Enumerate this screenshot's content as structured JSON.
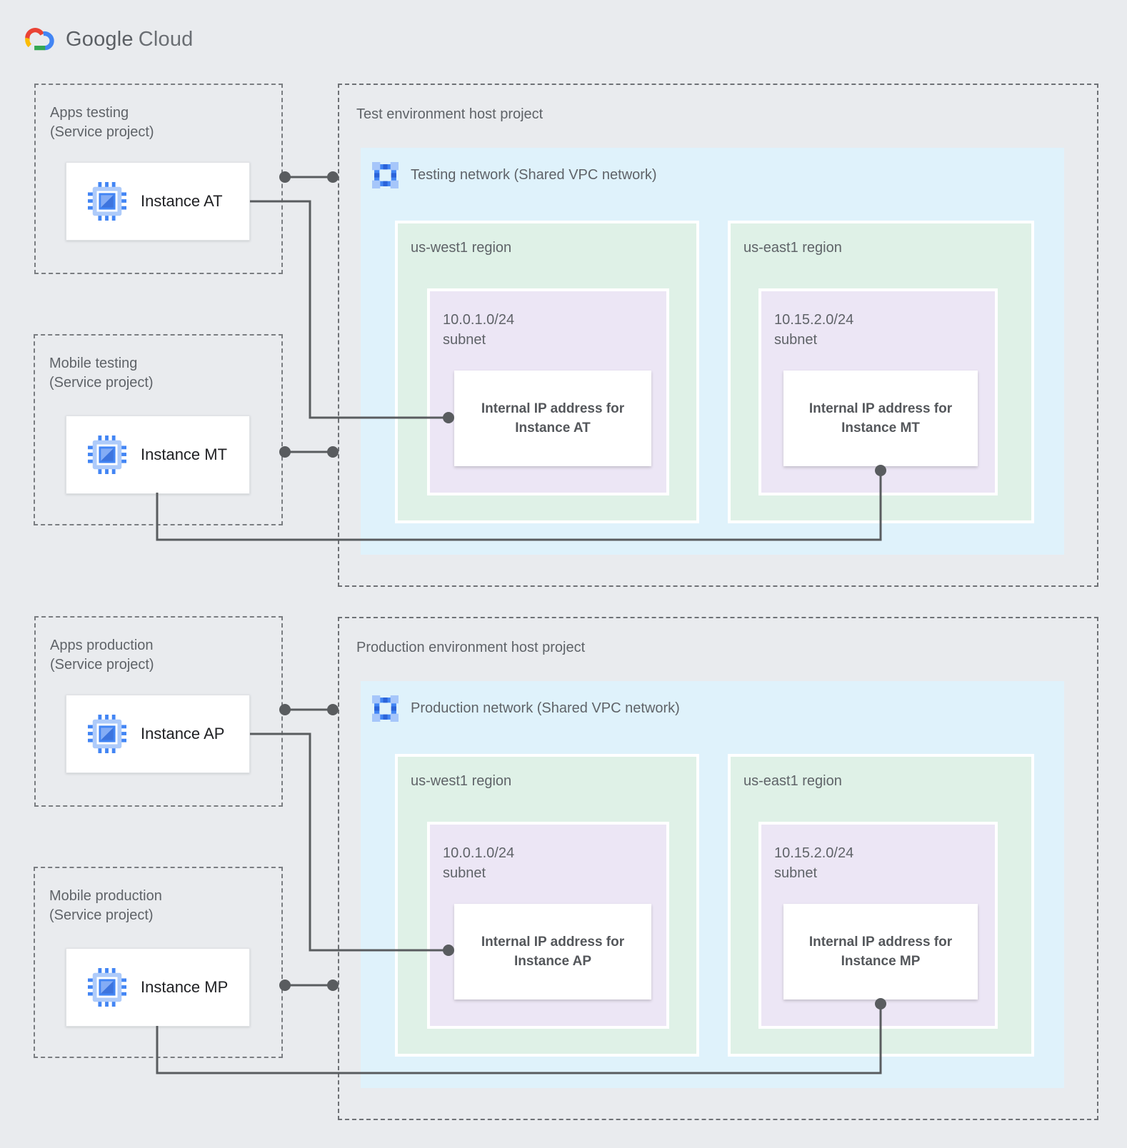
{
  "logo": {
    "part1": "Google",
    "part2": "Cloud"
  },
  "test": {
    "service_projects": [
      {
        "name": "Apps testing",
        "type": "(Service project)",
        "instance": "Instance AT"
      },
      {
        "name": "Mobile testing",
        "type": "(Service project)",
        "instance": "Instance MT"
      }
    ],
    "host": {
      "title": "Test environment host project",
      "network_label": "Testing network (Shared VPC network)",
      "regions": [
        {
          "name": "us-west1 region",
          "cidr": "10.0.1.0/24",
          "subnet_word": "subnet",
          "ip_line1": "Internal IP address for",
          "ip_line2": "Instance AT"
        },
        {
          "name": "us-east1 region",
          "cidr": "10.15.2.0/24",
          "subnet_word": "subnet",
          "ip_line1": "Internal IP address for",
          "ip_line2": "Instance MT"
        }
      ]
    }
  },
  "prod": {
    "service_projects": [
      {
        "name": "Apps production",
        "type": "(Service project)",
        "instance": "Instance AP"
      },
      {
        "name": "Mobile production",
        "type": "(Service project)",
        "instance": "Instance MP"
      }
    ],
    "host": {
      "title": "Production environment host project",
      "network_label": "Production network (Shared VPC network)",
      "regions": [
        {
          "name": "us-west1 region",
          "cidr": "10.0.1.0/24",
          "subnet_word": "subnet",
          "ip_line1": "Internal IP address for",
          "ip_line2": "Instance AP"
        },
        {
          "name": "us-east1 region",
          "cidr": "10.15.2.0/24",
          "subnet_word": "subnet",
          "ip_line1": "Internal IP address for",
          "ip_line2": "Instance MP"
        }
      ]
    }
  },
  "colors": {
    "background": "#E9EBEE",
    "network_fill": "#DFF2FB",
    "region_fill": "#DFF1E7",
    "subnet_fill": "#ECE6F5",
    "connector": "#595C5F",
    "label_gray": "#5F6368",
    "accent_blue": "#4285F4"
  }
}
